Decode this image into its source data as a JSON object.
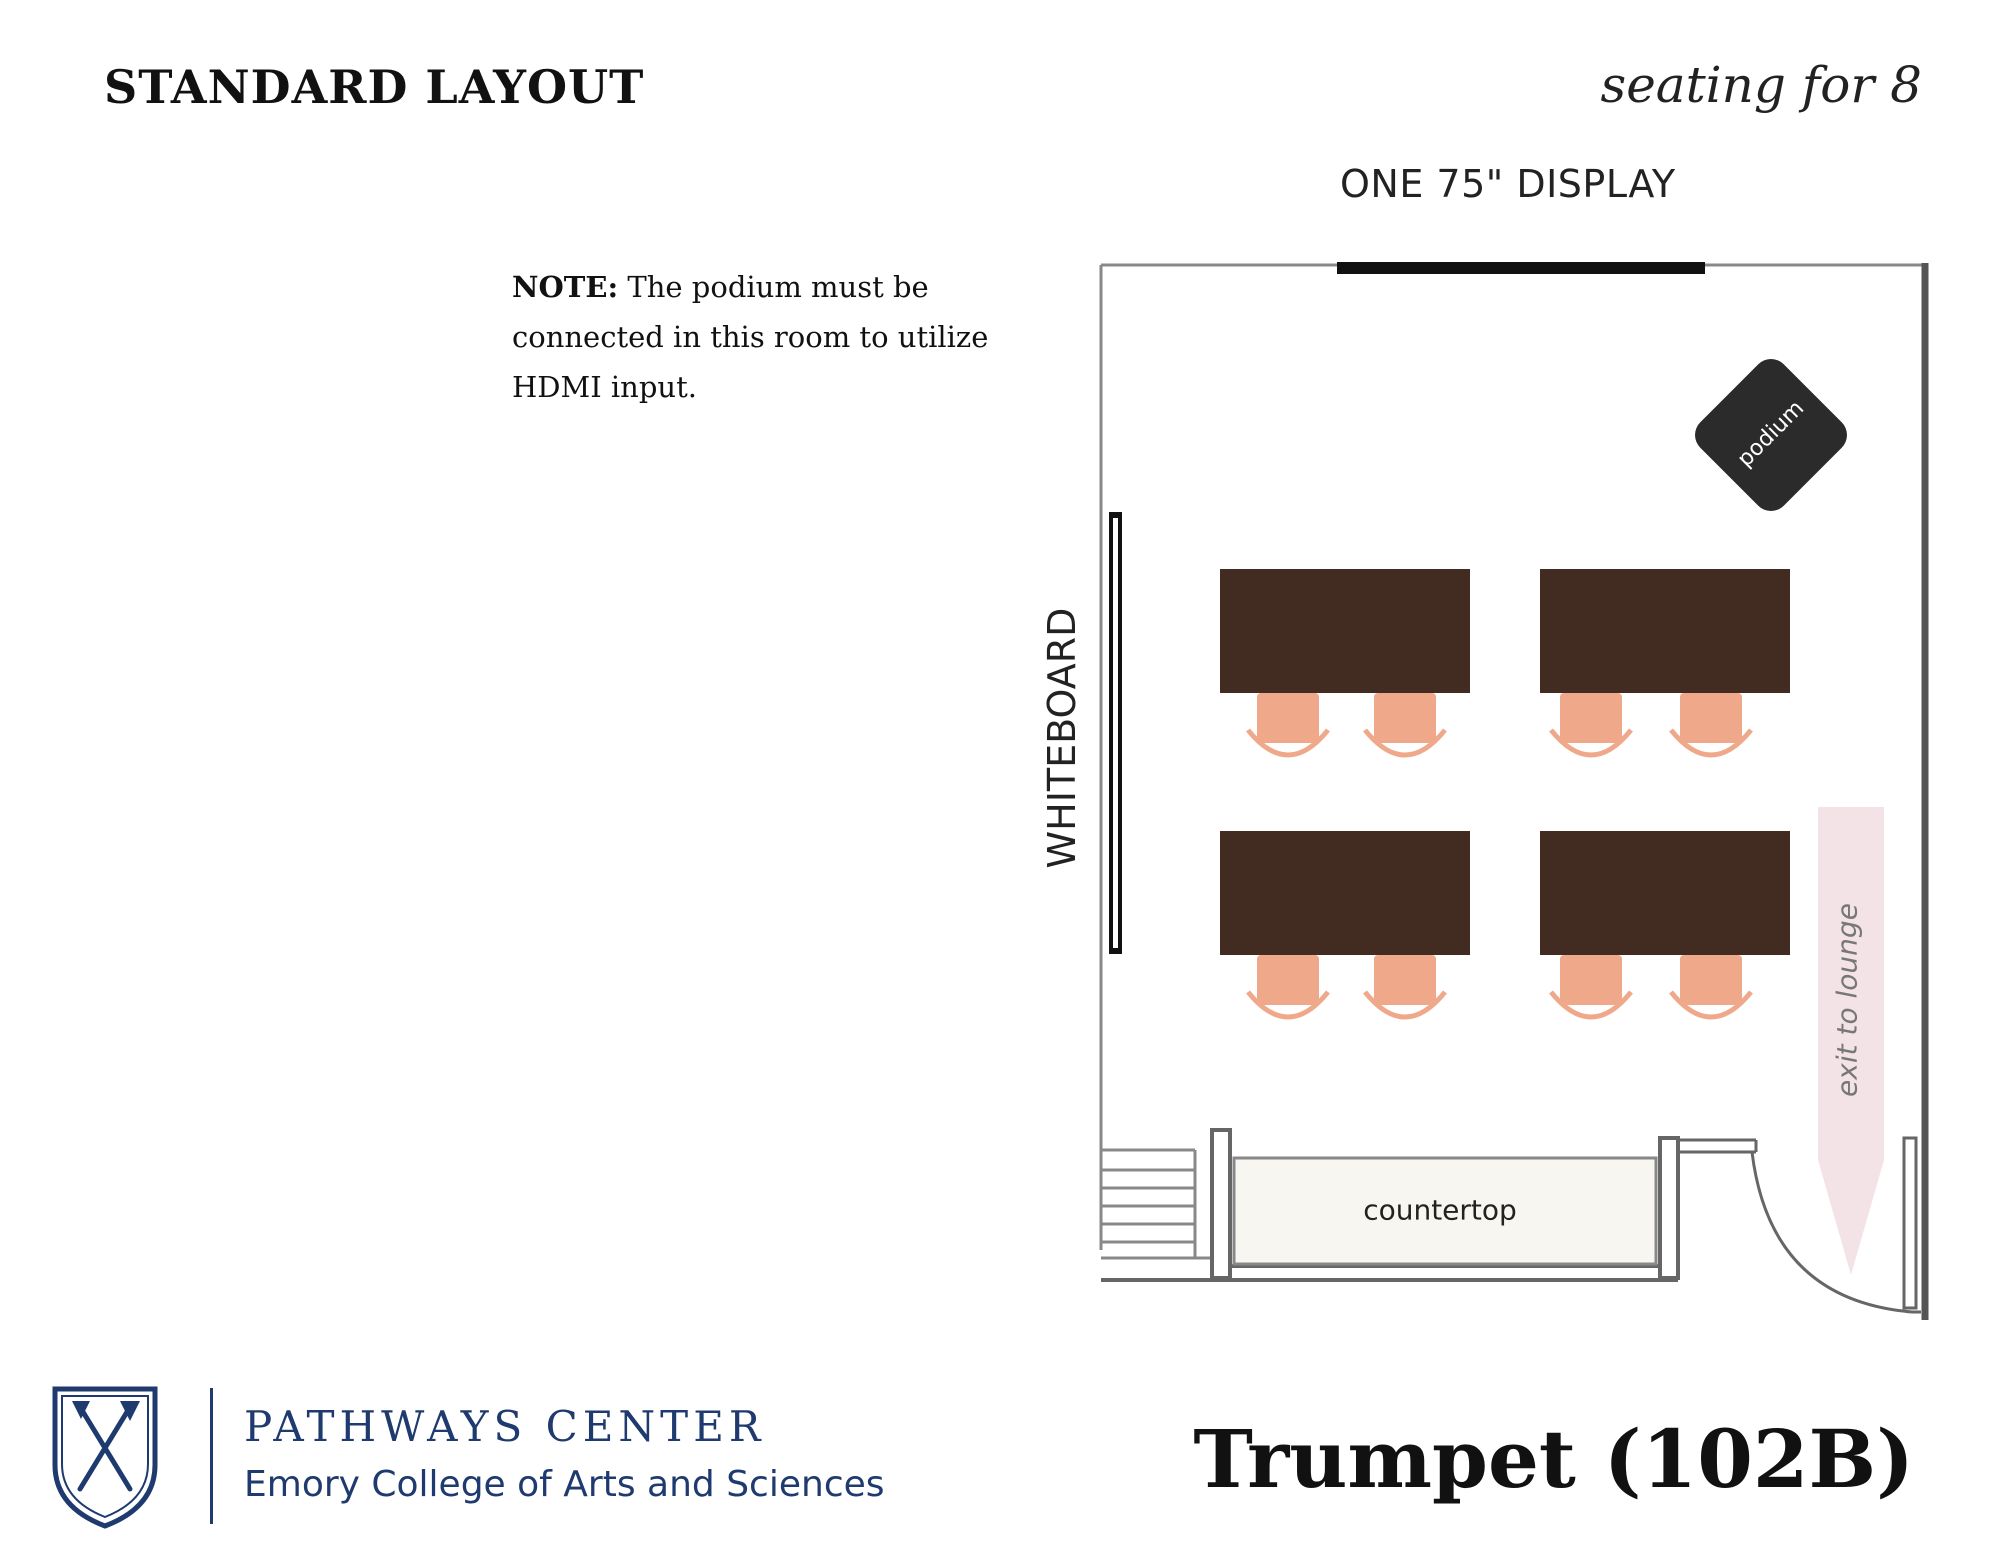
{
  "header": {
    "layout_title": "STANDARD LAYOUT",
    "seating": "seating for 8"
  },
  "floorplan": {
    "display_label": "ONE 75\" DISPLAY",
    "note_bold": "NOTE:",
    "note_text": " The podium must be connected in this room to utilize HDMI input.",
    "whiteboard_label": "WHITEBOARD",
    "podium_label": "podium",
    "exit_label": "exit to lounge",
    "countertop_label": "countertop",
    "table_count": 4,
    "chair_count": 8,
    "colors": {
      "table": "#422b20",
      "chair": "#efa98a",
      "podium": "#2b2b2b",
      "exit_arrow": "#f3e3e6",
      "countertop": "#f8f6f0"
    }
  },
  "footer": {
    "center_name": "PATHWAYS CENTER",
    "college_name": "Emory College of Arts and Sciences",
    "room_name": "Trumpet (102B)",
    "logo_icon": "emory-shield-icon",
    "brand_color": "#1f3a6e"
  }
}
